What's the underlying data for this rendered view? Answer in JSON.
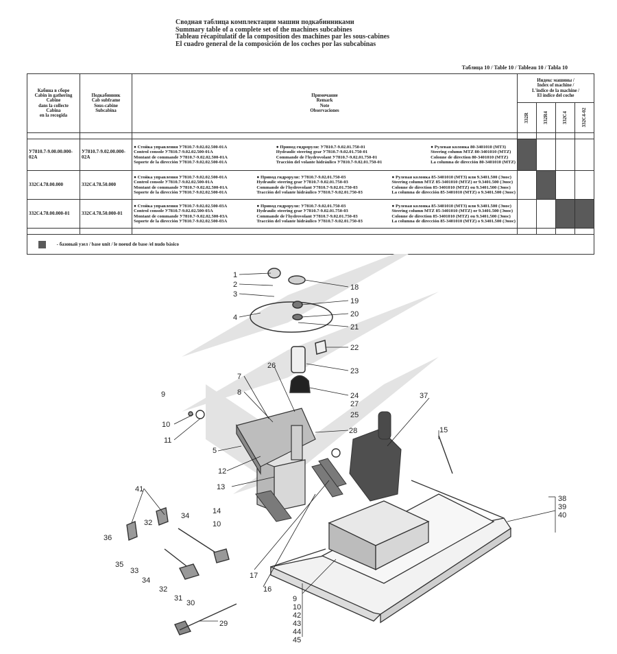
{
  "titles": {
    "ru": "Сводная таблица комплектации машин подкабинниками",
    "en": "Summary table of a complete set of the machines subcabines",
    "fr": "Tableau récapitulatif de la composition des machines par les sous-cabines",
    "es": "El cuadro general de la composición de los coches por las subcabinas"
  },
  "table_number": "Таблица 10 / Table 10 / Tableau 10 / Tabla 10",
  "headers": {
    "col1": [
      "Кабина в сборе",
      "Cabin in gathering",
      "Cabine",
      "dans la collecte",
      "Cabina",
      "en la recogida"
    ],
    "col2": [
      "Подкабинник",
      "Cab subframe",
      "Sous-cabine",
      "Subcabina"
    ],
    "remark": [
      "Примечание",
      "Remark",
      "Note",
      "Observaciones"
    ],
    "index": [
      "Индекс машины /",
      "Index of machine /",
      "L'indice de la machine /",
      "El índice del coche"
    ],
    "machines": [
      "332R",
      "332R4",
      "332C4",
      "332C4-02"
    ]
  },
  "rows": [
    {
      "cabin": "У7810.7-9.00.00.000-02А",
      "subframe": "У7810.7-9.02.00.000-02А",
      "note1": [
        "● Стойка управления У7810.7-9.02.02.500-01А",
        "Control console У7810.7-9.02.02.500-01А",
        "Montant de commande У7810.7-9.02.02.500-01А",
        "Soporte de la dirección У7810.7-9.02.02.500-01А"
      ],
      "note2": [
        "● Привод гидроруля: У7810.7-9.02.01.750-01",
        "Hydraulic steering gear У7810.7-9.02.01.750-01",
        "Commande de l'hydrovolant У7810.7-9.02.01.750-01",
        "Tracción del volante hidráulico У7810.7-9.02.01.750-01"
      ],
      "note3": [
        "● Рулевая колонка 80-3401010 (МТЗ)",
        "Steering column MTZ 80-3401010 (MTZ)",
        "Colonne de direction 80-3401010 (MTZ)",
        "La columna de dirección 80-3401010 (MTZ)"
      ],
      "fill": [
        true,
        false,
        false,
        false
      ]
    },
    {
      "cabin": "332С4.78.00.000",
      "subframe": "332С4.78.50.000",
      "note1": [
        "● Стойка управления У7810.7-9.02.02.500-01А",
        "Control console У7810.7-9.02.02.500-01А",
        "Montant de commande У7810.7-9.02.02.500-01А",
        "Soporte de la dirección У7810.7-9.02.02.500-01А"
      ],
      "note2": [
        "● Привод гидроруля: У7810.7-9.02.01.750-03",
        "Hydraulic steering gear У7810.7-9.02.01.750-03",
        "Commande de l'hydrovolant У7810.7-9.02.01.750-03",
        "Tracción del volante hidráulico У7810.7-9.02.01.750-03"
      ],
      "note3": [
        "● Рулевая колонка 85-3401010 (МТЗ) или 9.3401.500 (Энос)",
        "Steering column MTZ 85-3401010 (MTZ) or 9.3401.500 (Энос)",
        "Colonne de direction 85-3401010 (MTZ) ou 9.3401.500 (Энос)",
        "La columna de dirección 85-3401010 (MTZ) o 9.3401.500 (Энос)"
      ],
      "fill": [
        false,
        true,
        false,
        false
      ]
    },
    {
      "cabin": "332С4.78.00.000-01",
      "subframe": "332С4.78.50.000-01",
      "note1": [
        "● Стойка управления У7810.7-9.02.02.500-03А",
        "Control console У7810.7-9.02.02.500-03А",
        "Montant de commande У7810.7-9.02.02.500-03А",
        "Soporte de la dirección У7810.7-9.02.02.500-03А"
      ],
      "note2": [
        "● Привод гидроруля: У7810.7-9.02.01.750-03",
        "Hydraulic steering gear У7810.7-9.02.01.750-03",
        "Commande de l'hydrovolant У7810.7-9.02.01.750-03",
        "Tracción del volante hidráulico У7810.7-9.02.01.750-03"
      ],
      "note3": [
        "● Рулевая колонка 85-3401010 (МТЗ) или 9.3401.500 (Энос)",
        "Steering column MTZ 85-3401010 (MTZ) or 9.3401.500 (Энос)",
        "Colonne de direction 85-3401010 (MTZ) ou 9.3401.500 (Энос)",
        "La columna de dirección 85-3401010 (MTZ) o 9.3401.500 (Энос)"
      ],
      "fill": [
        false,
        false,
        true,
        true
      ]
    }
  ],
  "legend": "- базовый узел / base unit / le noeud de base /el nudo básico",
  "callouts": [
    "1",
    "2",
    "3",
    "4",
    "5",
    "7",
    "8",
    "9",
    "10",
    "11",
    "12",
    "13",
    "14",
    "10",
    "15",
    "16",
    "17",
    "18",
    "19",
    "20",
    "21",
    "22",
    "23",
    "24",
    "25",
    "26",
    "27",
    "28",
    "29",
    "30",
    "31",
    "32",
    "32",
    "33",
    "34",
    "34",
    "35",
    "36",
    "37",
    "38",
    "39",
    "40",
    "41",
    "9",
    "10",
    "42",
    "43",
    "44",
    "45"
  ]
}
